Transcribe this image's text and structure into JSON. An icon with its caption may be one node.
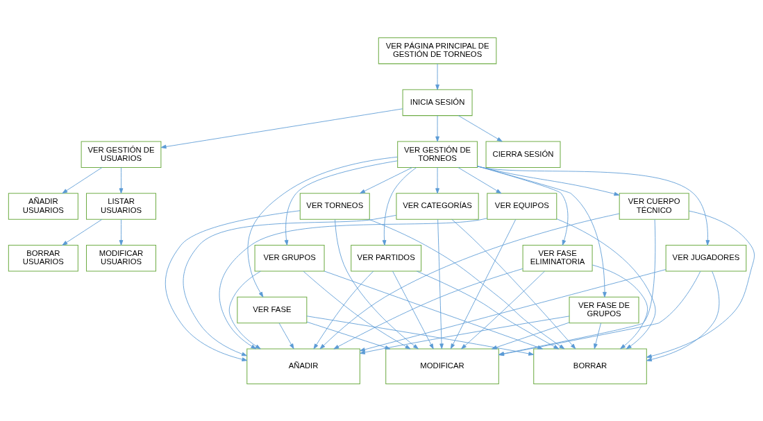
{
  "diagram": {
    "nodes": [
      {
        "text": [
          "VER PÁGINA PRINCIPAL DE GESTIÓN DE TORNEOS"
        ]
      },
      {
        "text": [
          "INICIA SESIÓN"
        ]
      },
      {
        "text": [
          "VER GESTIÓN DE USUARIOS"
        ]
      },
      {
        "text": [
          "VER GESTIÓN DE TORNEOS"
        ]
      },
      {
        "text": [
          "CIERRA SESIÓN"
        ]
      },
      {
        "text": [
          "AÑADIR USUARIOS"
        ]
      },
      {
        "text": [
          "LISTAR USUARIOS"
        ]
      },
      {
        "text": [
          "BORRAR USUARIOS"
        ]
      },
      {
        "text": [
          "MODIFICAR USUARIOS"
        ]
      },
      {
        "text": [
          "VER TORNEOS"
        ]
      },
      {
        "text": [
          "VER CATEGORÍAS"
        ]
      },
      {
        "text": [
          "VER CUERPO TÉCNICO"
        ]
      },
      {
        "text": [
          "VER EQUIPOS"
        ]
      },
      {
        "text": [
          "VER GRUPOS"
        ]
      },
      {
        "text": [
          "VER PARTIDOS"
        ]
      },
      {
        "text": [
          "VER JUGADORES"
        ]
      },
      {
        "text": [
          "VER FASE ELIMINATORIA"
        ]
      },
      {
        "text": [
          "VER FASE"
        ]
      },
      {
        "text": [
          "VER FASE DE GRUPOS"
        ]
      },
      {
        "text": [
          "BORRAR"
        ]
      },
      {
        "text": [
          "MODIFICAR"
        ]
      },
      {
        "text": [
          "AÑADIR"
        ]
      }
    ],
    "edges": [
      {
        "from": 0,
        "to": 1,
        "arrow": "to"
      },
      {
        "from": 1,
        "to": 2,
        "arrow": "to"
      },
      {
        "from": 1,
        "to": 3,
        "arrow": "to"
      },
      {
        "from": 1,
        "to": 4,
        "arrow": "to"
      },
      {
        "from": 2,
        "to": 5,
        "arrow": "to"
      },
      {
        "from": 2,
        "to": 6,
        "arrow": "to"
      },
      {
        "from": 6,
        "to": 7,
        "arrow": "to"
      },
      {
        "from": 6,
        "to": 8,
        "arrow": "to"
      },
      {
        "from": 3,
        "to": 9,
        "arrow": "to"
      },
      {
        "from": 3,
        "to": 10,
        "arrow": "to"
      },
      {
        "from": 3,
        "to": 11,
        "arrow": "to"
      },
      {
        "from": 3,
        "to": 12,
        "arrow": "to"
      },
      {
        "from": 3,
        "to": 13,
        "arrow": "to"
      },
      {
        "from": 3,
        "to": 14,
        "arrow": "to"
      },
      {
        "from": 3,
        "to": 15,
        "arrow": "to"
      },
      {
        "from": 3,
        "to": 16,
        "arrow": "to"
      },
      {
        "from": 3,
        "to": 17,
        "arrow": "to"
      },
      {
        "from": 3,
        "to": 18,
        "arrow": "to"
      },
      {
        "from": 9,
        "to": 19,
        "arrow": "to"
      },
      {
        "from": 9,
        "to": 20,
        "arrow": "to"
      },
      {
        "from": 9,
        "to": 21,
        "arrow": "to"
      },
      {
        "from": 10,
        "to": 19,
        "arrow": "to"
      },
      {
        "from": 10,
        "to": 20,
        "arrow": "to"
      },
      {
        "from": 10,
        "to": 21,
        "arrow": "to"
      },
      {
        "from": 11,
        "to": 19,
        "arrow": "to"
      },
      {
        "from": 11,
        "to": 20,
        "arrow": "to"
      },
      {
        "from": 11,
        "to": 21,
        "arrow": "to"
      },
      {
        "from": 12,
        "to": 19,
        "arrow": "to"
      },
      {
        "from": 12,
        "to": 20,
        "arrow": "to"
      },
      {
        "from": 12,
        "to": 21,
        "arrow": "to"
      },
      {
        "from": 13,
        "to": 19,
        "arrow": "to"
      },
      {
        "from": 13,
        "to": 20,
        "arrow": "to"
      },
      {
        "from": 13,
        "to": 21,
        "arrow": "to"
      },
      {
        "from": 14,
        "to": 19,
        "arrow": "to"
      },
      {
        "from": 14,
        "to": 20,
        "arrow": "to"
      },
      {
        "from": 14,
        "to": 21,
        "arrow": "to"
      },
      {
        "from": 15,
        "to": 19,
        "arrow": "to"
      },
      {
        "from": 15,
        "to": 20,
        "arrow": "to"
      },
      {
        "from": 15,
        "to": 21,
        "arrow": "to"
      },
      {
        "from": 16,
        "to": 19,
        "arrow": "to"
      },
      {
        "from": 16,
        "to": 20,
        "arrow": "to"
      },
      {
        "from": 16,
        "to": 21,
        "arrow": "to"
      },
      {
        "from": 17,
        "to": 19,
        "arrow": "to"
      },
      {
        "from": 17,
        "to": 20,
        "arrow": "to"
      },
      {
        "from": 17,
        "to": 21,
        "arrow": "to"
      },
      {
        "from": 18,
        "to": 19,
        "arrow": "to"
      },
      {
        "from": 18,
        "to": 20,
        "arrow": "to"
      },
      {
        "from": 18,
        "to": 21,
        "arrow": "to"
      }
    ]
  }
}
